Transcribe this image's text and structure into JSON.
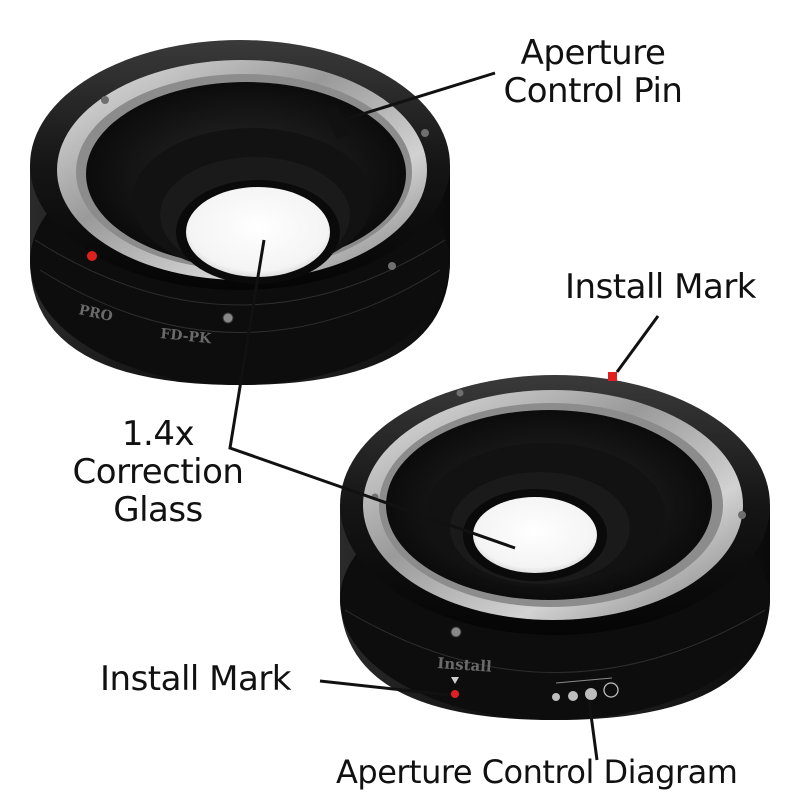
{
  "labels": {
    "aperture_pin_line1": "Aperture",
    "aperture_pin_line2": "Control Pin",
    "install_mark_top": "Install Mark",
    "correction_line1": "1.4x",
    "correction_line2": "Correction",
    "correction_line3": "Glass",
    "install_mark_bottom": "Install Mark",
    "aperture_diagram": "Aperture Control Diagram"
  },
  "engravings": {
    "brand": "PRO",
    "mount": "FD-PK",
    "install": "Install"
  },
  "colors": {
    "background": "#ffffff",
    "ring_body": "#1a1a1a",
    "mount_metal": "#b8b8b8",
    "mark_red": "#e02020",
    "text": "#111111"
  }
}
